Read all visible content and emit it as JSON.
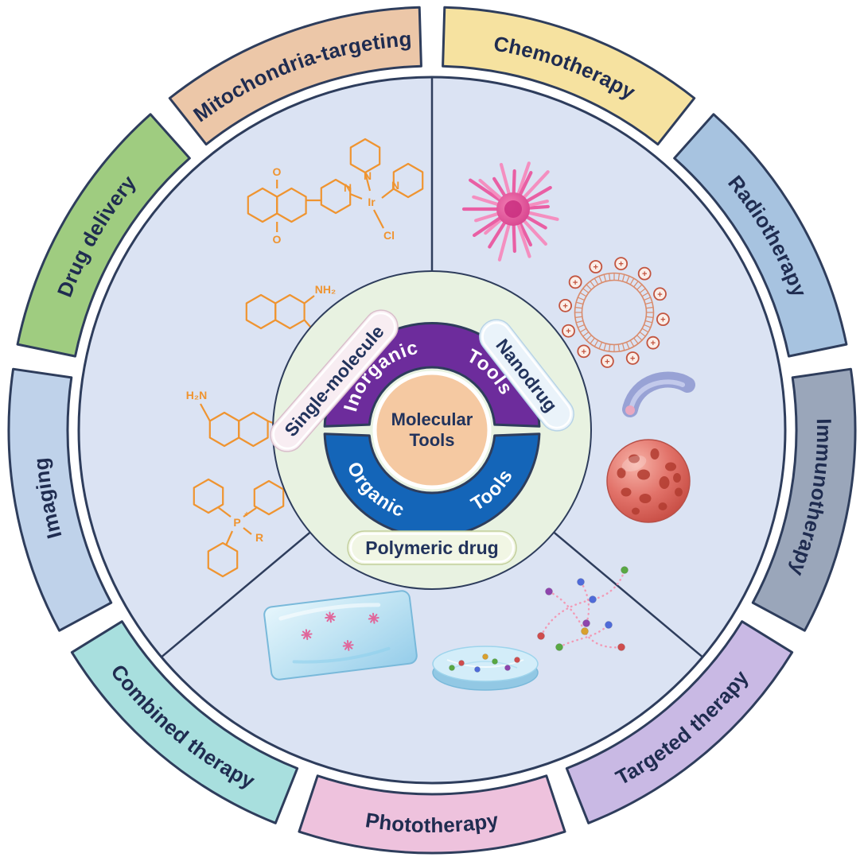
{
  "diagram": {
    "center_label": {
      "line1": "Molecular",
      "line2": "Tools"
    },
    "inner_ring": {
      "inorganic_label": "Inorganic",
      "inorganic_tools_label": "Tools",
      "organic_label": "Organic",
      "organic_tools_label": "Tools",
      "inorganic_color": "#6d2c9c",
      "organic_color": "#1465b8"
    },
    "category_pills": {
      "single_molecule": {
        "label": "Single-molecule",
        "fill": "#f8edf2"
      },
      "nanodrug": {
        "label": "Nanodrug",
        "fill": "#eaf3fa"
      },
      "polymeric_drug": {
        "label": "Polymeric drug",
        "fill": "#f1f6e4"
      }
    },
    "outer_ring": {
      "segments": [
        {
          "label": "Chemotherapy",
          "color": "#f6e2a0",
          "start": 0,
          "end": 40,
          "dir": "cw"
        },
        {
          "label": "Radiotherapy",
          "color": "#a7c3e0",
          "start": 40,
          "end": 80,
          "dir": "cw"
        },
        {
          "label": "Immunotherapy",
          "color": "#9aa6ba",
          "start": 80,
          "end": 120,
          "dir": "cw"
        },
        {
          "label": "Targeted therapy",
          "color": "#c9b9e4",
          "start": 120,
          "end": 160,
          "dir": "ccw"
        },
        {
          "label": "Phototherapy",
          "color": "#eec2dd",
          "start": 160,
          "end": 200,
          "dir": "ccw"
        },
        {
          "label": "Combined therapy",
          "color": "#a8dfde",
          "start": 200,
          "end": 240,
          "dir": "ccw"
        },
        {
          "label": "Imaging",
          "color": "#bfd2ea",
          "start": 240,
          "end": 280,
          "dir": "cw"
        },
        {
          "label": "Drug delivery",
          "color": "#9fcc80",
          "start": 280,
          "end": 320,
          "dir": "cw"
        },
        {
          "label": "Mitochondria-targeting",
          "color": "#ecc7a8",
          "start": 320,
          "end": 360,
          "dir": "cw"
        }
      ]
    },
    "chemistry": {
      "ir": "Ir",
      "cl": "Cl",
      "n": "N",
      "o": "O",
      "nh2": "NH₂",
      "h2n": "H₂N",
      "p": "P",
      "r": "R",
      "plus": "+"
    },
    "liposome_charge": "+",
    "colors": {
      "ring_outline": "#2e3d5c",
      "label_text": "#1f2c50",
      "middle_disc": "#dbe3f3",
      "inner_disc": "#e8f2e1",
      "center_fill": "#f5c9a2",
      "molecule_orange": "#ef9430"
    },
    "illustrations": [
      {
        "name": "iridium-complex-structure"
      },
      {
        "name": "quinoline-structure-upper"
      },
      {
        "name": "quinoline-structure-lower"
      },
      {
        "name": "triphenylphosphonium-structure"
      },
      {
        "name": "spiky-nanoparticle"
      },
      {
        "name": "liposome-nanoparticle"
      },
      {
        "name": "micelle-rod"
      },
      {
        "name": "porous-nanosphere"
      },
      {
        "name": "hydrogel-slab"
      },
      {
        "name": "hydrogel-disc"
      },
      {
        "name": "polymer-bead-network"
      }
    ]
  }
}
